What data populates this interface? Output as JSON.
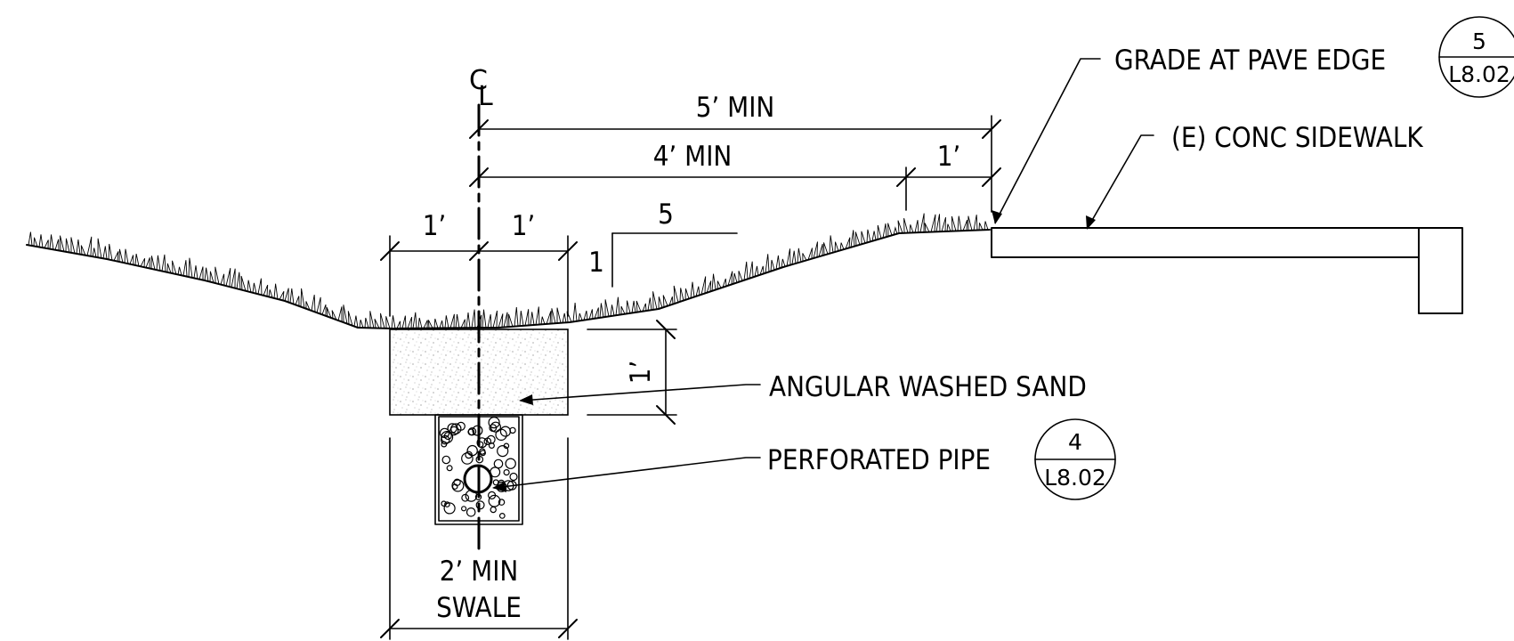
{
  "centerline": {
    "c": "C",
    "l": "L"
  },
  "dimensions": {
    "five_min": "5’ MIN",
    "four_min": "4’ MIN",
    "one_right": "1’",
    "one_left_a": "1’",
    "one_left_b": "1’",
    "one_depth": "1’",
    "slope_run": "5",
    "slope_rise": "1",
    "swale_width": "2’ MIN",
    "swale_word": "SWALE"
  },
  "callouts": {
    "grade": {
      "text": "GRADE AT PAVE EDGE",
      "ref_top": "5",
      "ref_bottom": "L8.02"
    },
    "sidewalk": {
      "text": "(E) CONC SIDEWALK"
    },
    "sand": {
      "text": "ANGULAR WASHED SAND"
    },
    "pipe": {
      "text": "PERFORATED PIPE",
      "ref_top": "4",
      "ref_bottom": "L8.02"
    }
  }
}
